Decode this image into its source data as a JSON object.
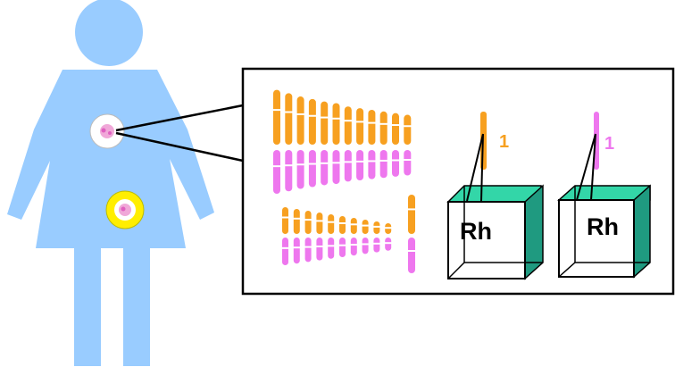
{
  "colors": {
    "body": "#99ccff",
    "paternal": "#f7a020",
    "maternal": "#ee77ee",
    "gene_box_front": "#ffffff",
    "gene_box_side": "#1f9a80",
    "gene_box_top": "#33d6a8",
    "yolk": "#ffee00",
    "outline": "#000000"
  },
  "icons": [
    "female-silhouette-icon",
    "cell-icon",
    "egg-cell-icon",
    "chromosome-icon",
    "gene-box-icon"
  ],
  "panel": {
    "karyotype_label": "",
    "pairs": [
      {
        "label": "1",
        "gene": "Rh",
        "color": "paternal"
      },
      {
        "label": "1",
        "gene": "Rh",
        "color": "maternal"
      }
    ]
  }
}
